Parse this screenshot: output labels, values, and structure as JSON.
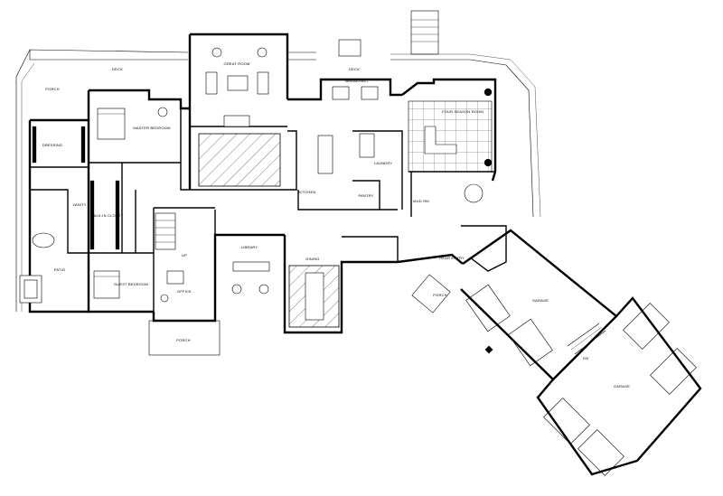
{
  "rooms": {
    "deck": "DECK",
    "porch_west": "PORCH",
    "great_room": "GREAT ROOM",
    "deck_2": "DECK",
    "breakfast": "BREAKFAST",
    "four_season_room": "FOUR SEASON ROOM",
    "master_bedroom": "MASTER BEDROOM",
    "dressing": "DRESSING",
    "walk_in_closet": "WALK-IN CLOSET",
    "kitchen": "KITCHEN",
    "laundry": "LAUNDRY",
    "pantry": "PANTRY",
    "mud_room": "MUD RM",
    "vanity": "VANITY",
    "patio": "PATIO",
    "guest_bedroom": "GUEST BEDROOM",
    "office": "OFFICE",
    "library": "LIBRARY",
    "dining": "DINING",
    "rear_entry": "REAR ENTRY",
    "porch_entry": "PORCH",
    "porch_rear": "PORCH",
    "garage_1": "GARAGE",
    "garage_2": "GARAGE",
    "up": "UP",
    "dn": "DN"
  }
}
